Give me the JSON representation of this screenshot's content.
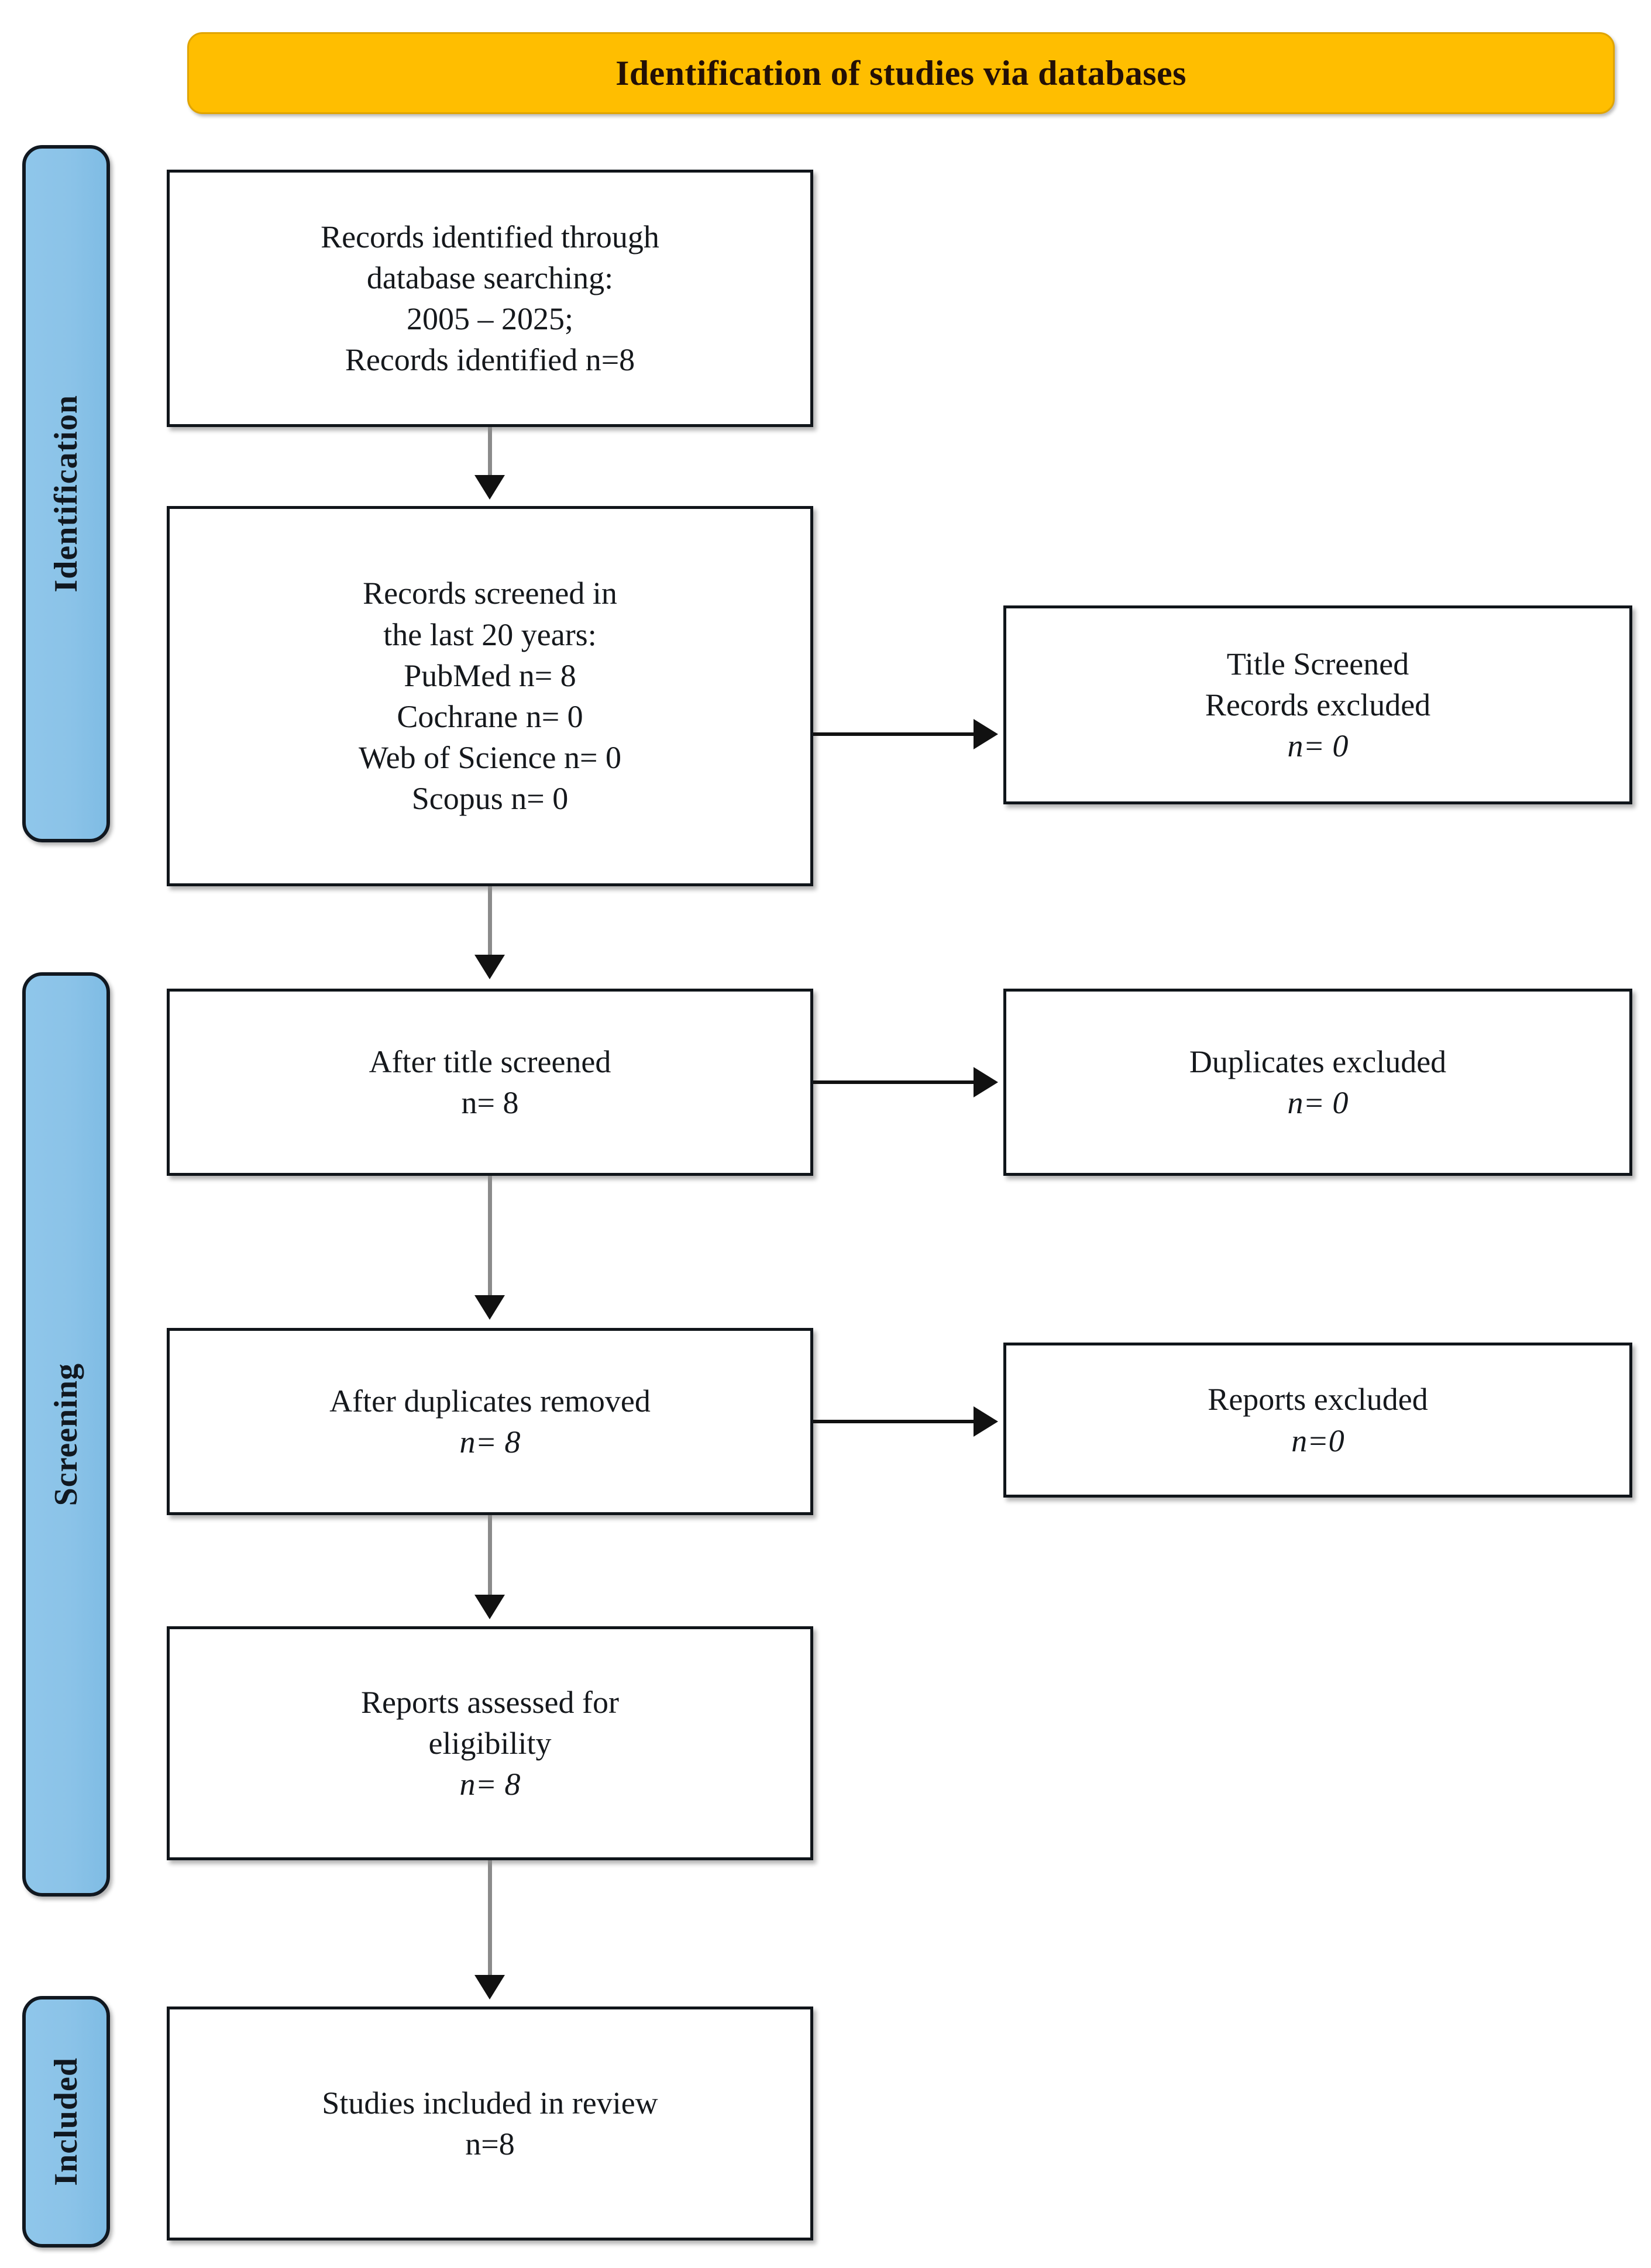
{
  "banner": {
    "title": "Identification of studies via databases",
    "color": "#FFBE00"
  },
  "stages": {
    "color": "#8BC3E8",
    "identification": "Identification",
    "screening": "Screening",
    "included": "Included"
  },
  "boxes": {
    "identified": {
      "lines": [
        "Records identified through",
        "database searching:",
        "2005 – 2025;"
      ],
      "n_prefix": "Records identified ",
      "n_value": "n=8"
    },
    "screened": {
      "lines": [
        "Records screened in",
        "the last 20 years:"
      ],
      "sources": [
        {
          "label": "PubMed ",
          "n_value": "n= 8"
        },
        {
          "label": "Cochrane ",
          "n_value": "n= 0"
        },
        {
          "label": "Web of Science ",
          "n_value": "n= 0"
        },
        {
          "label": "Scopus ",
          "n_value": "n= 0"
        }
      ]
    },
    "title_excluded": {
      "lines": [
        "Title Screened",
        "Records excluded"
      ],
      "n_value": "n= 0"
    },
    "after_title": {
      "lines": [
        "After title screened"
      ],
      "n_value": "n= 8"
    },
    "dupes_excluded": {
      "lines": [
        "Duplicates excluded"
      ],
      "n_value": "n= 0"
    },
    "after_dupes": {
      "lines": [
        "After duplicates removed"
      ],
      "n_value": "n= 8"
    },
    "reports_excluded": {
      "lines": [
        "Reports excluded"
      ],
      "n_value": "n=0"
    },
    "eligibility": {
      "lines": [
        "Reports assessed for",
        "eligibility"
      ],
      "n_value": "n= 8"
    },
    "included": {
      "lines": [
        "Studies included in review"
      ],
      "n_value": "n=8"
    }
  }
}
